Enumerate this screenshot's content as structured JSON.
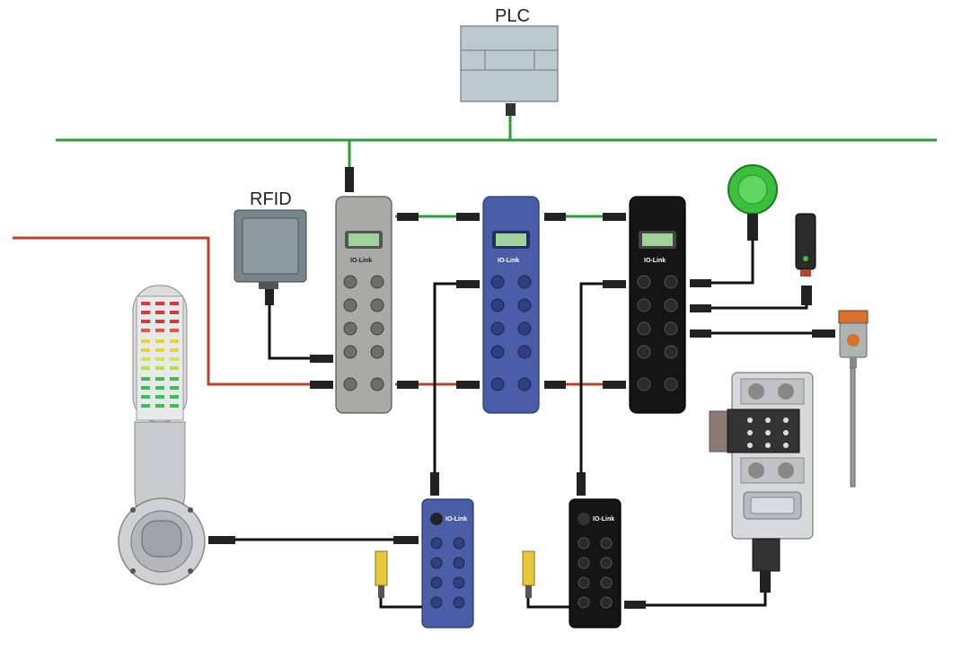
{
  "labels": {
    "plc": "PLC",
    "rfid": "RFID"
  },
  "modules": {
    "master_gray_brand": "IO-Link",
    "master_blue_brand": "IO-Link",
    "master_black_brand": "IO-Link",
    "hub_blue_brand": "IO-Link",
    "hub_black_brand": "IO-Link"
  },
  "colors": {
    "fieldbus": "#2e9b3a",
    "power": "#b5432e",
    "signal_cable": "#111111",
    "gray_module": "#a9a9a6",
    "blue_module": "#4a5ea8",
    "black_module": "#151515",
    "plc_body": "#bcc9cf",
    "display": "#9fd39a",
    "sensor_yellow": "#e8c63a",
    "button_green": "#3cbf3c"
  }
}
